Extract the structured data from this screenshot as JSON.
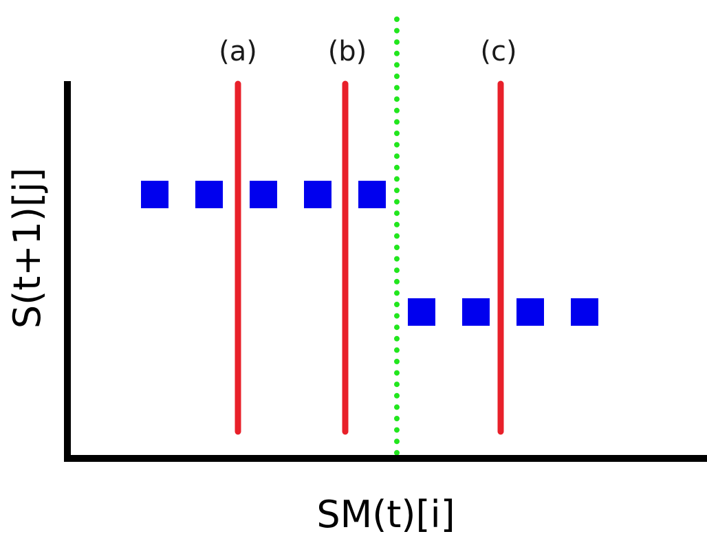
{
  "axes": {
    "x_label": "SM(t)[i]",
    "y_label": "S(t+1)[j]"
  },
  "threshold_lines": [
    {
      "label": "(a)"
    },
    {
      "label": "(b)"
    },
    {
      "label": "(c)"
    }
  ],
  "colors": {
    "axis": "#000000",
    "threshold_line": "#e8202a",
    "boundary": "#22e61e",
    "step_level": "#0000ee"
  },
  "boundary": {
    "style": "dotted"
  },
  "step_levels": [
    {
      "name": "high",
      "side": "left of boundary",
      "marker_count": 5
    },
    {
      "name": "low",
      "side": "right of boundary",
      "marker_count": 4
    }
  ]
}
